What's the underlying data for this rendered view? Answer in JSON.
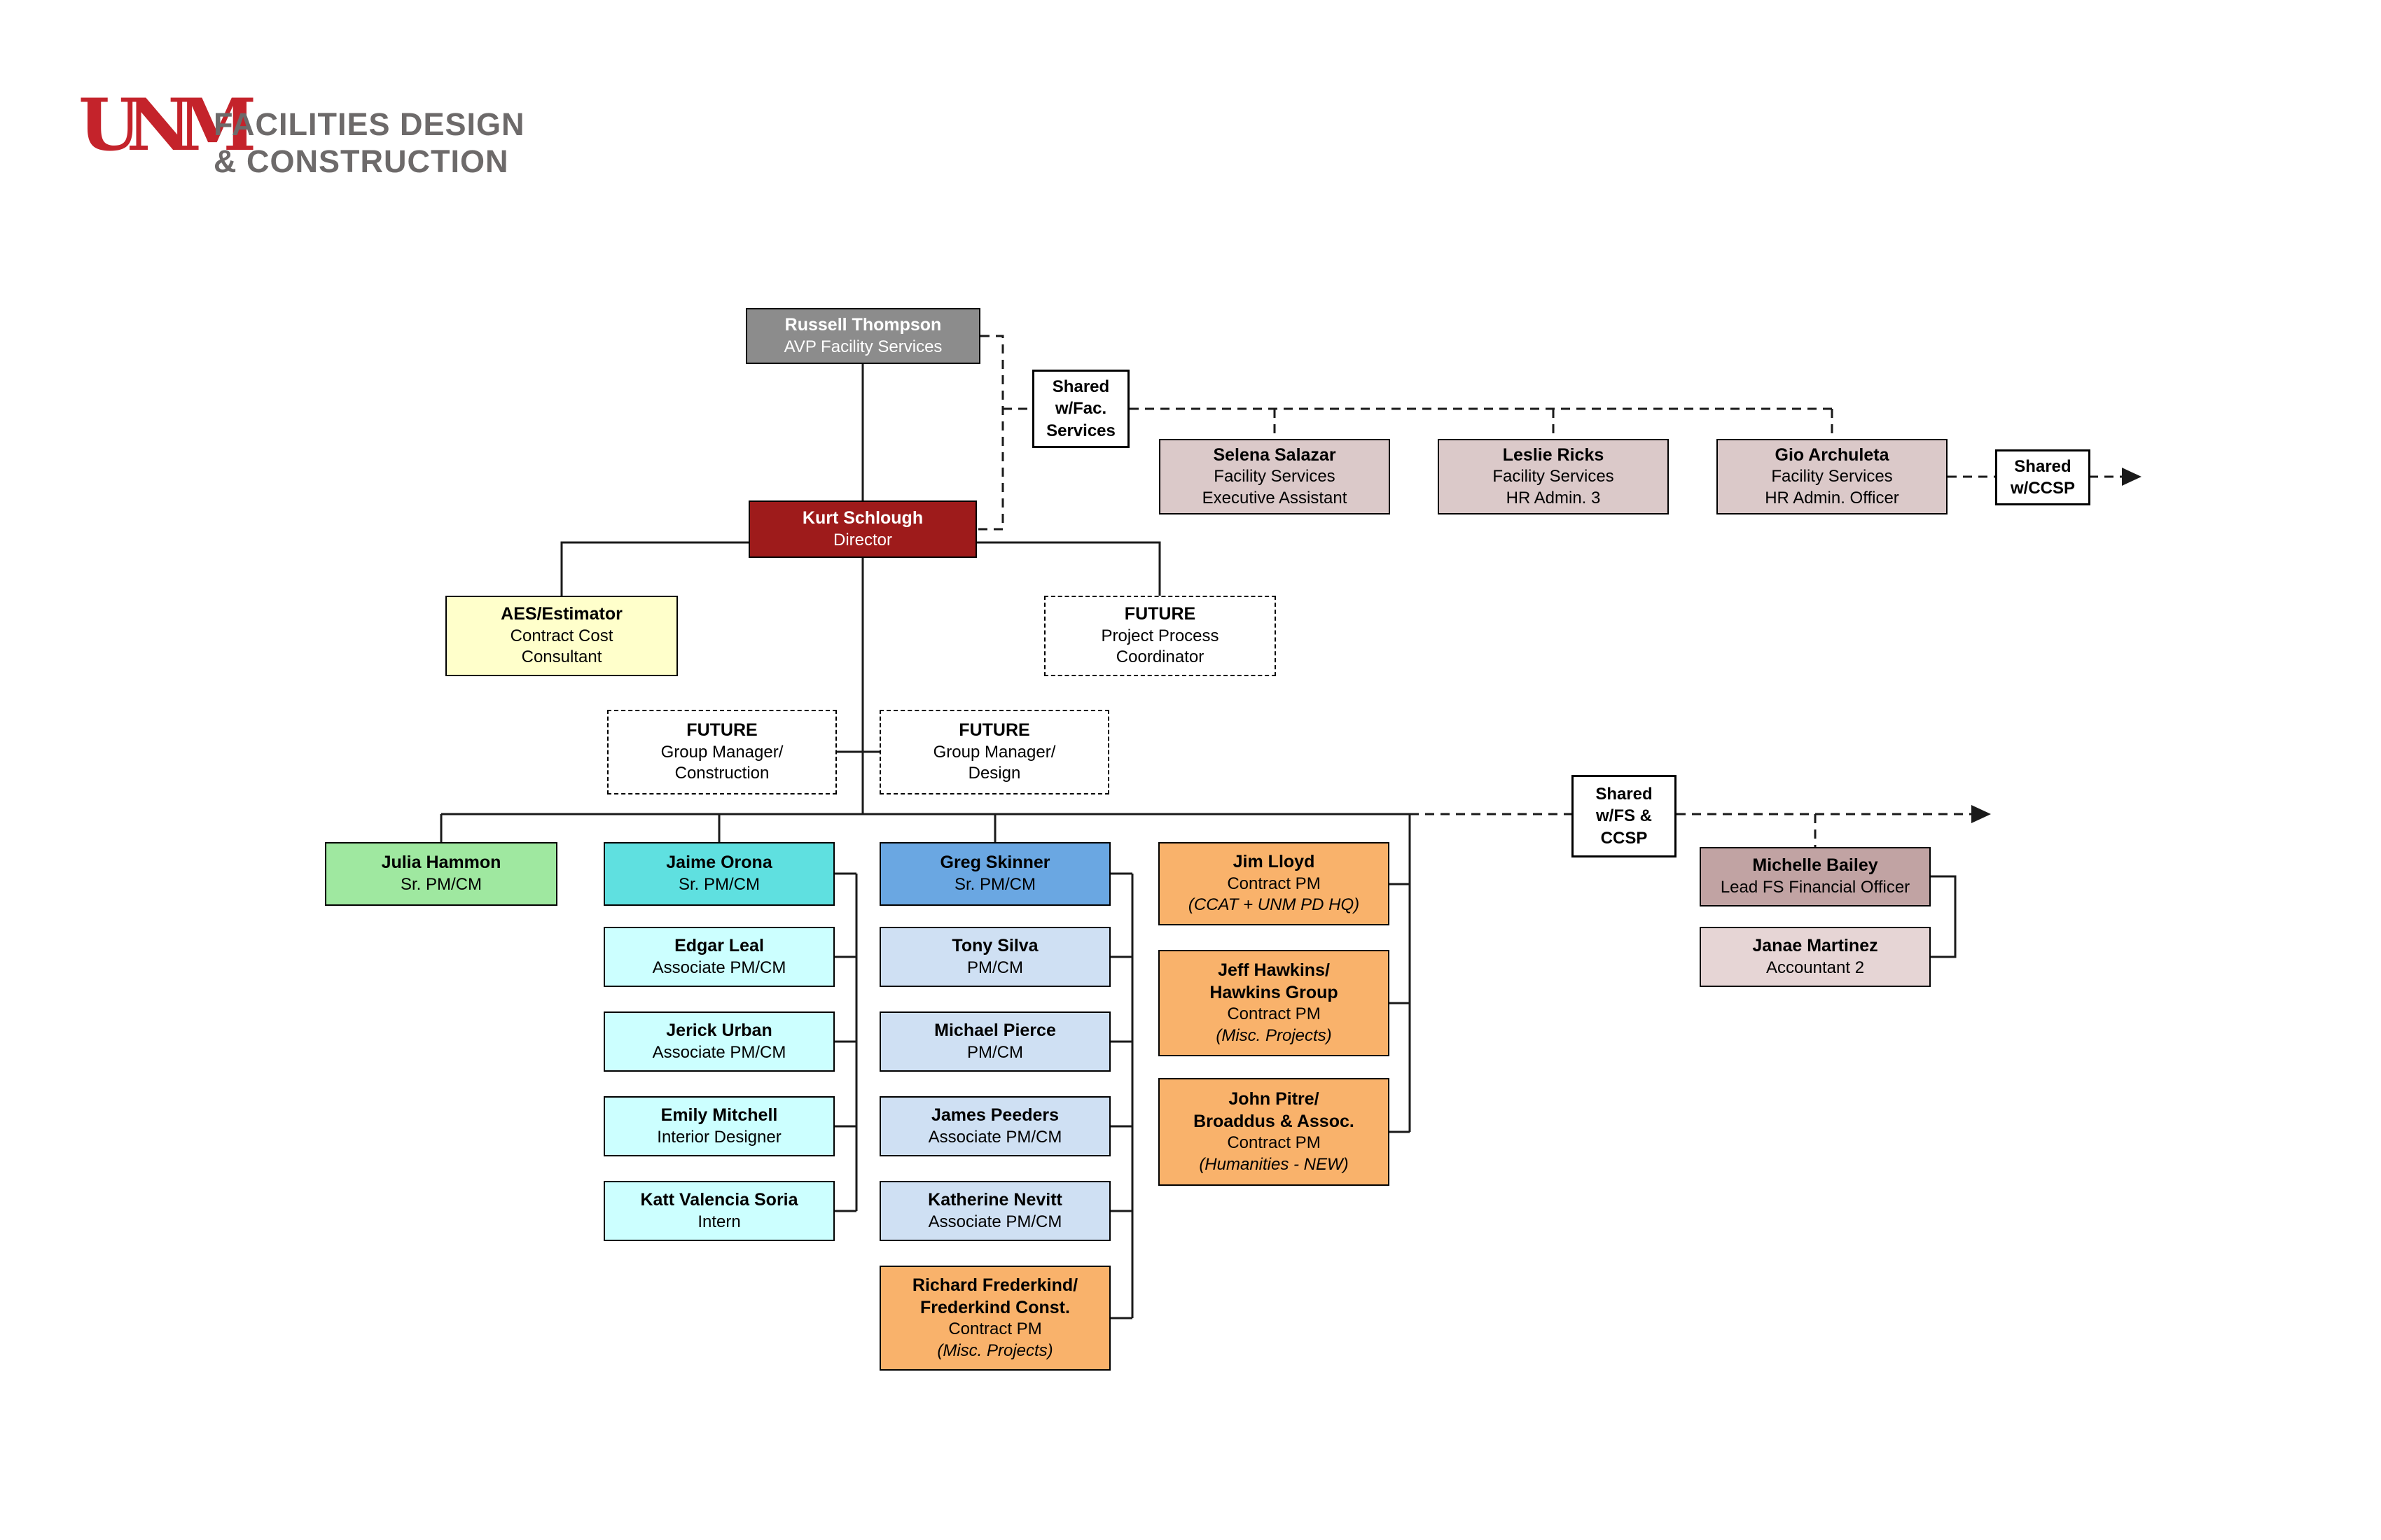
{
  "header": {
    "logo_text": "UNM",
    "org_name_line1": "FACILITIES DESIGN",
    "org_name_line2": "& CONSTRUCTION"
  },
  "colors": {
    "avp_gray": "#8c8c8c",
    "director_maroon": "#9e1b1b",
    "hr_mauve": "#dbc9c9",
    "consultant_yellow": "#ffffcb",
    "sr_pm_green": "#9fe8a0",
    "sr_pm_teal": "#5fe0e0",
    "team_cyan": "#ccffff",
    "sr_pm_blue": "#6aa7e2",
    "team_blue": "#cfe0f3",
    "contract_orange": "#f9b26b",
    "finance_brown": "#c1a3a3",
    "finance_pink": "#e6d5d5"
  },
  "nodes": {
    "russell_thompson": {
      "name": "Russell Thompson",
      "title": "AVP Facility Services"
    },
    "kurt_schlough": {
      "name": "Kurt Schlough",
      "title": "Director"
    },
    "shared_fac_services": {
      "label": "Shared\nw/Fac.\nServices"
    },
    "selena_salazar": {
      "name": "Selena Salazar",
      "title": "Facility Services\nExecutive Assistant"
    },
    "leslie_ricks": {
      "name": "Leslie Ricks",
      "title": "Facility Services\nHR Admin. 3"
    },
    "gio_archuleta": {
      "name": "Gio Archuleta",
      "title": "Facility Services\nHR Admin. Officer"
    },
    "shared_ccsp": {
      "label": "Shared\nw/CCSP"
    },
    "aes_estimator": {
      "name": "AES/Estimator",
      "title": "Contract Cost\nConsultant"
    },
    "future_project_process": {
      "name": "FUTURE",
      "title": "Project Process\nCoordinator"
    },
    "future_gm_construction": {
      "name": "FUTURE",
      "title": "Group Manager/\nConstruction"
    },
    "future_gm_design": {
      "name": "FUTURE",
      "title": "Group Manager/\nDesign"
    },
    "shared_fs_ccsp": {
      "label": "Shared\nw/FS &\nCCSP"
    },
    "julia_hammon": {
      "name": "Julia Hammon",
      "title": "Sr. PM/CM"
    },
    "jaime_orona": {
      "name": "Jaime Orona",
      "title": "Sr. PM/CM"
    },
    "greg_skinner": {
      "name": "Greg Skinner",
      "title": "Sr. PM/CM"
    },
    "jim_lloyd": {
      "name": "Jim Lloyd",
      "title": "Contract PM",
      "note": "(CCAT + UNM PD HQ)"
    },
    "michelle_bailey": {
      "name": "Michelle Bailey",
      "title": "Lead FS Financial Officer"
    },
    "edgar_leal": {
      "name": "Edgar Leal",
      "title": "Associate PM/CM"
    },
    "tony_silva": {
      "name": "Tony Silva",
      "title": "PM/CM"
    },
    "jeff_hawkins": {
      "name": "Jeff Hawkins/\nHawkins Group",
      "title": "Contract PM",
      "note": "(Misc. Projects)"
    },
    "janae_martinez": {
      "name": "Janae Martinez",
      "title": "Accountant 2"
    },
    "jerick_urban": {
      "name": "Jerick Urban",
      "title": "Associate PM/CM"
    },
    "michael_pierce": {
      "name": "Michael Pierce",
      "title": "PM/CM"
    },
    "emily_mitchell": {
      "name": "Emily Mitchell",
      "title": "Interior Designer"
    },
    "james_peeders": {
      "name": "James Peeders",
      "title": "Associate PM/CM"
    },
    "john_pitre": {
      "name": "John Pitre/\nBroaddus & Assoc.",
      "title": "Contract PM",
      "note": "(Humanities - NEW)"
    },
    "katt_valencia_soria": {
      "name": "Katt Valencia Soria",
      "title": "Intern"
    },
    "katherine_nevitt": {
      "name": "Katherine Nevitt",
      "title": "Associate PM/CM"
    },
    "richard_frederkind": {
      "name": "Richard Frederkind/\nFrederkind Const.",
      "title": "Contract PM",
      "note": "(Misc. Projects)"
    }
  }
}
